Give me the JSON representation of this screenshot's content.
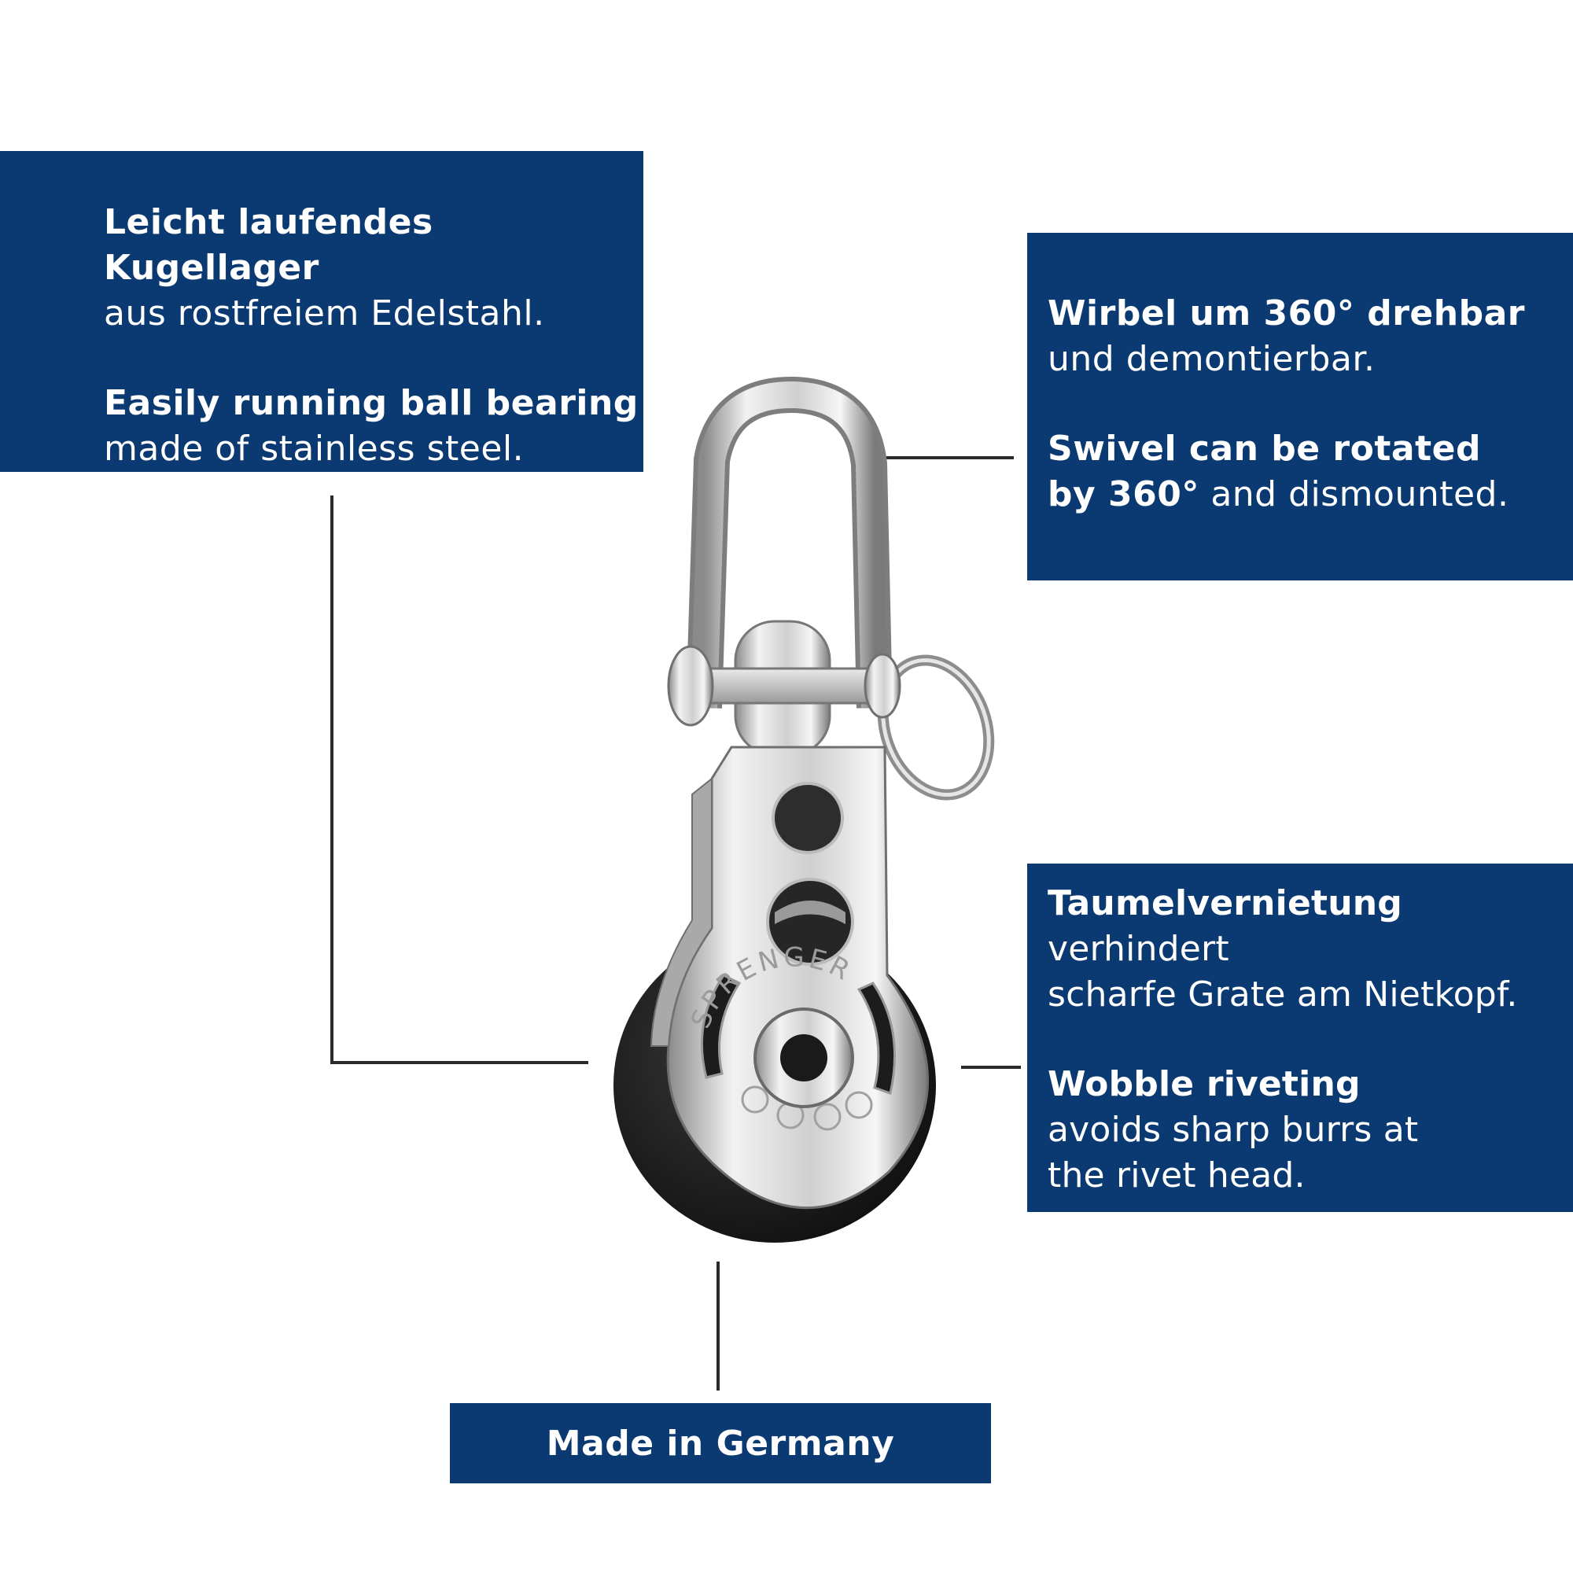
{
  "features": {
    "bearing": {
      "de_bold": "Leicht laufendes Kugellager",
      "de_rest": "aus rostfreiem Edelstahl.",
      "en_bold": "Easily running ball bearing",
      "en_rest": "made of stainless steel."
    },
    "swivel": {
      "de_bold": "Wirbel um 360° drehbar",
      "de_rest": "und demontierbar.",
      "en_bold1": "Swivel can be rotated",
      "en_bold2": "by 360°",
      "en_rest": " and dismounted."
    },
    "rivet": {
      "de_bold": "Taumelvernietung",
      "de_rest1": " verhindert",
      "de_rest2": "scharfe Grate am Nietkopf.",
      "en_bold": "Wobble riveting",
      "en_rest1": "avoids sharp burrs at",
      "en_rest2": "the rivet head."
    }
  },
  "made_in": "Made in Germany",
  "product": {
    "brand_engraving": "SPRENGER",
    "colors": {
      "box_blue": "#0b3a72",
      "steel_light": "#f4f4f4",
      "steel_dark": "#6d6d6d",
      "sheave": "#1b1b1b",
      "leader_line": "#2a2a2a"
    }
  }
}
